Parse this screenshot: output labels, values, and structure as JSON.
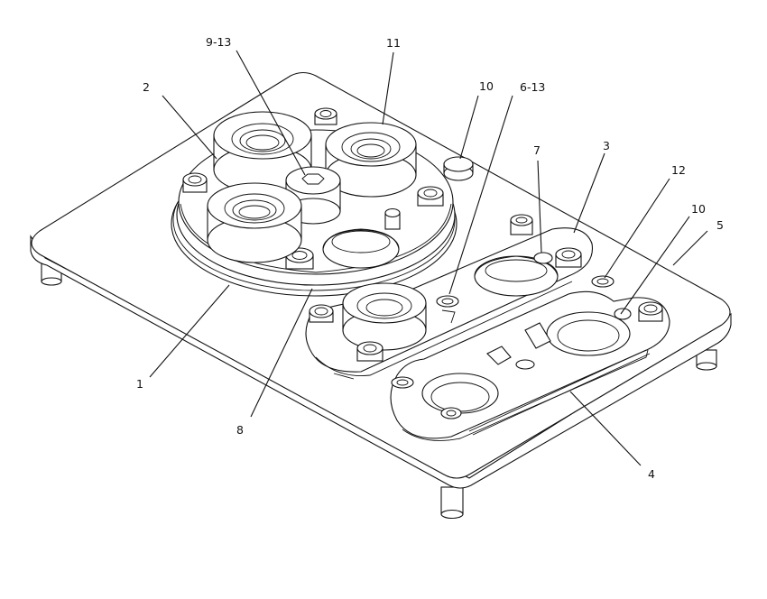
{
  "callouts": [
    {
      "id": "c-1",
      "text": "1"
    },
    {
      "id": "c-2",
      "text": "2"
    },
    {
      "id": "c-3",
      "text": "3"
    },
    {
      "id": "c-4",
      "text": "4"
    },
    {
      "id": "c-5",
      "text": "5"
    },
    {
      "id": "c-6-13",
      "text": "6-13"
    },
    {
      "id": "c-7",
      "text": "7"
    },
    {
      "id": "c-8",
      "text": "8"
    },
    {
      "id": "c-9-13",
      "text": "9-13"
    },
    {
      "id": "c-10a",
      "text": "10"
    },
    {
      "id": "c-10b",
      "text": "10"
    },
    {
      "id": "c-11",
      "text": "11"
    },
    {
      "id": "c-12",
      "text": "12"
    }
  ],
  "colors": {
    "line": "#111111",
    "paper": "#ffffff"
  }
}
